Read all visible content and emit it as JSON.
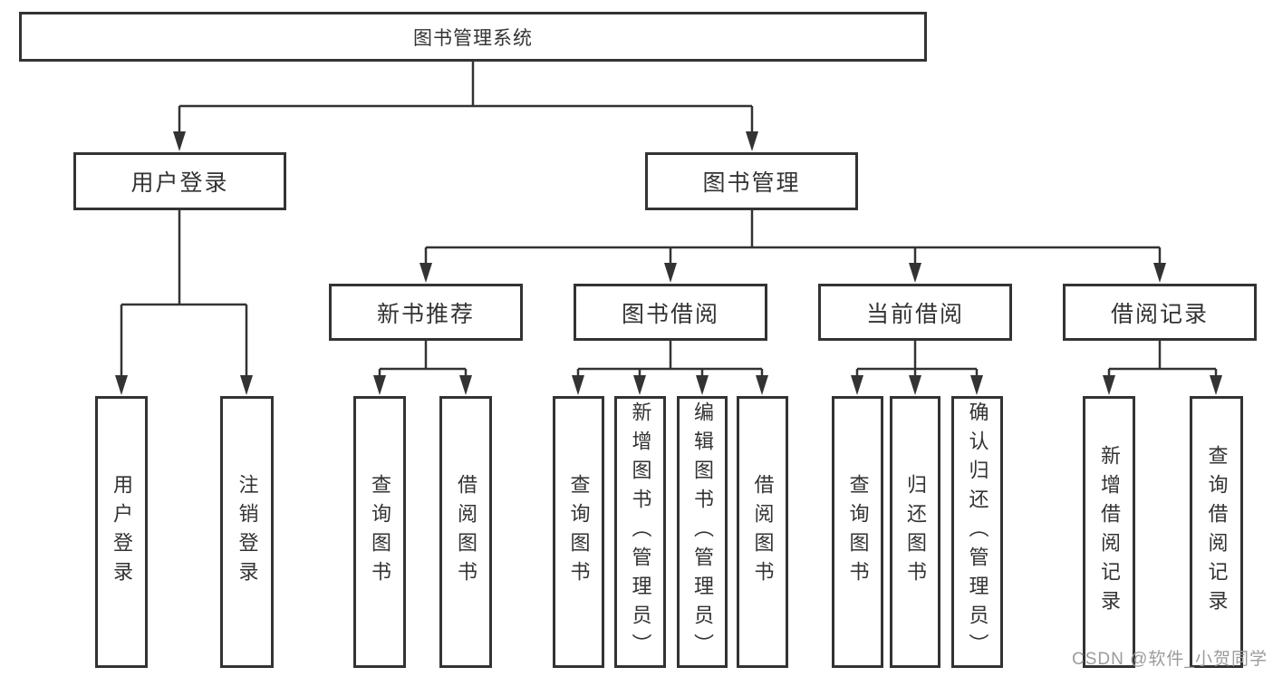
{
  "diagram": {
    "root": {
      "label": "图书管理系统"
    },
    "branches": [
      {
        "label": "用户登录",
        "leaves": [
          {
            "label": "用户登录"
          },
          {
            "label": "注销登录"
          }
        ]
      },
      {
        "label": "图书管理",
        "sections": [
          {
            "label": "新书推荐",
            "leaves": [
              {
                "label": "查询图书"
              },
              {
                "label": "借阅图书"
              }
            ]
          },
          {
            "label": "图书借阅",
            "leaves": [
              {
                "label": "查询图书"
              },
              {
                "label": "新增图书（管理员）"
              },
              {
                "label": "编辑图书（管理员）"
              },
              {
                "label": "借阅图书"
              }
            ]
          },
          {
            "label": "当前借阅",
            "leaves": [
              {
                "label": "查询图书"
              },
              {
                "label": "归还图书"
              },
              {
                "label": "确认归还（管理员）"
              }
            ]
          },
          {
            "label": "借阅记录",
            "leaves": [
              {
                "label": "新增借阅记录"
              },
              {
                "label": "查询借阅记录"
              }
            ]
          }
        ]
      }
    ]
  },
  "watermark": {
    "text": "CSDN @软件_小贺同学"
  },
  "colors": {
    "line": "#333333",
    "box_background": "#ffffff",
    "text": "#333333",
    "watermark": "#9b9b9b"
  }
}
